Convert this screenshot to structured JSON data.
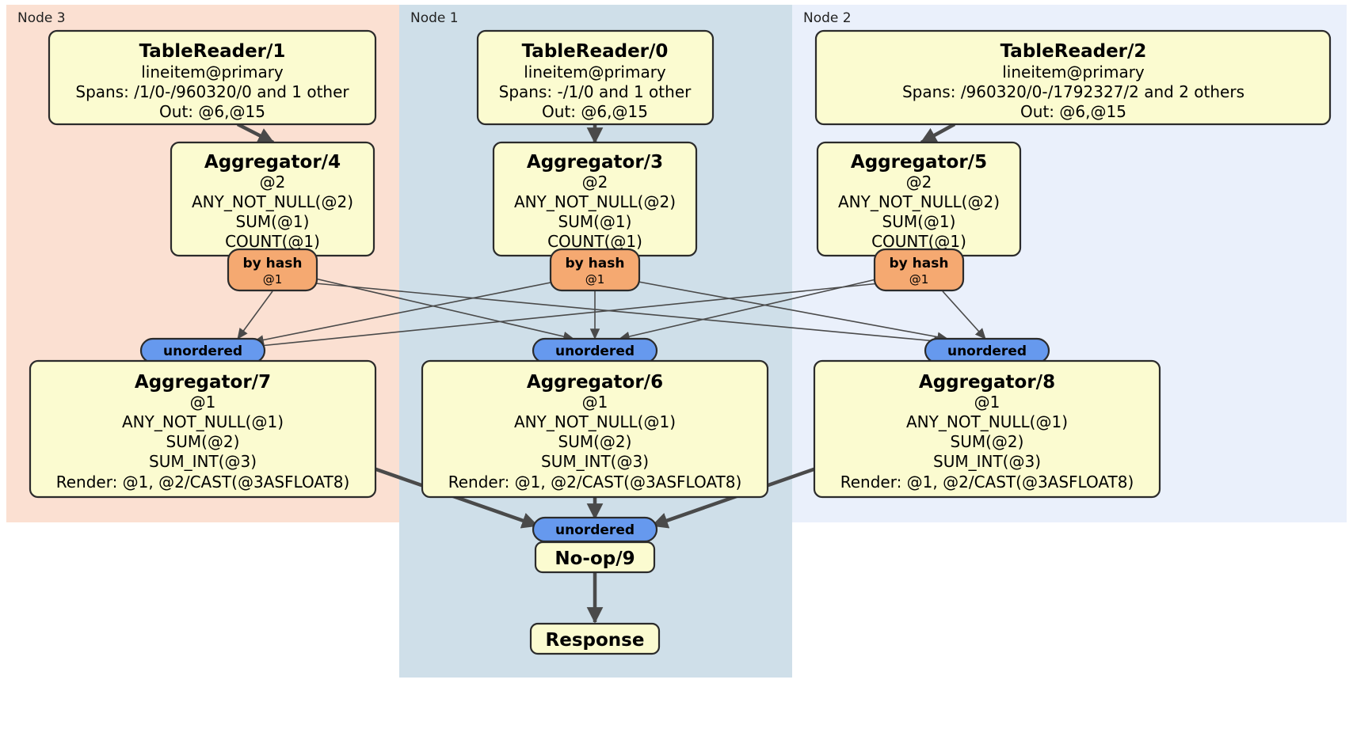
{
  "diagram": {
    "title": "distributed-query-plan",
    "colors": {
      "node3_bg": "#fbe0d2",
      "node1_bg": "#cfdfe9",
      "node2_bg": "#eaf0fb",
      "processor_fill": "#fbfbd0",
      "processor_stroke": "#2b2b2b",
      "hash_router_fill": "#f5a971",
      "unordered_fill": "#6699ee",
      "edge_color": "#4a4a4a"
    },
    "nodes": [
      {
        "id": "node3",
        "label": "Node 3"
      },
      {
        "id": "node1",
        "label": "Node 1"
      },
      {
        "id": "node2",
        "label": "Node 2"
      }
    ],
    "processors": [
      {
        "id": "tablereader1",
        "node": "node3",
        "title": "TableReader/1",
        "lines": [
          "lineitem@primary",
          "Spans: /1/0-/960320/0 and 1 other",
          "Out: @6,@15"
        ]
      },
      {
        "id": "tablereader0",
        "node": "node1",
        "title": "TableReader/0",
        "lines": [
          "lineitem@primary",
          "Spans: -/1/0 and 1 other",
          "Out: @6,@15"
        ]
      },
      {
        "id": "tablereader2",
        "node": "node2",
        "title": "TableReader/2",
        "lines": [
          "lineitem@primary",
          "Spans: /960320/0-/1792327/2 and 2 others",
          "Out: @6,@15"
        ]
      },
      {
        "id": "aggregator4",
        "node": "node3",
        "title": "Aggregator/4",
        "lines": [
          "@2",
          "ANY_NOT_NULL(@2)",
          "SUM(@1)",
          "COUNT(@1)"
        ]
      },
      {
        "id": "aggregator3",
        "node": "node1",
        "title": "Aggregator/3",
        "lines": [
          "@2",
          "ANY_NOT_NULL(@2)",
          "SUM(@1)",
          "COUNT(@1)"
        ]
      },
      {
        "id": "aggregator5",
        "node": "node2",
        "title": "Aggregator/5",
        "lines": [
          "@2",
          "ANY_NOT_NULL(@2)",
          "SUM(@1)",
          "COUNT(@1)"
        ]
      },
      {
        "id": "aggregator7",
        "node": "node3",
        "title": "Aggregator/7",
        "lines": [
          "@1",
          "ANY_NOT_NULL(@1)",
          "SUM(@2)",
          "SUM_INT(@3)",
          "Render: @1, @2/CAST(@3ASFLOAT8)"
        ]
      },
      {
        "id": "aggregator6",
        "node": "node1",
        "title": "Aggregator/6",
        "lines": [
          "@1",
          "ANY_NOT_NULL(@1)",
          "SUM(@2)",
          "SUM_INT(@3)",
          "Render: @1, @2/CAST(@3ASFLOAT8)"
        ]
      },
      {
        "id": "aggregator8",
        "node": "node2",
        "title": "Aggregator/8",
        "lines": [
          "@1",
          "ANY_NOT_NULL(@1)",
          "SUM(@2)",
          "SUM_INT(@3)",
          "Render: @1, @2/CAST(@3ASFLOAT8)"
        ]
      },
      {
        "id": "noop9",
        "node": "node1",
        "title": "No-op/9",
        "lines": []
      },
      {
        "id": "response",
        "node": "node1",
        "title": "Response",
        "lines": []
      }
    ],
    "routers": [
      {
        "id": "router4",
        "node": "node3",
        "title": "by hash",
        "sub": "@1"
      },
      {
        "id": "router3",
        "node": "node1",
        "title": "by hash",
        "sub": "@1"
      },
      {
        "id": "router5",
        "node": "node2",
        "title": "by hash",
        "sub": "@1"
      }
    ],
    "synchronizers": [
      {
        "id": "sync7",
        "node": "node3",
        "label": "unordered"
      },
      {
        "id": "sync6",
        "node": "node1",
        "label": "unordered"
      },
      {
        "id": "sync8",
        "node": "node2",
        "label": "unordered"
      },
      {
        "id": "sync9",
        "node": "node1",
        "label": "unordered"
      }
    ]
  }
}
